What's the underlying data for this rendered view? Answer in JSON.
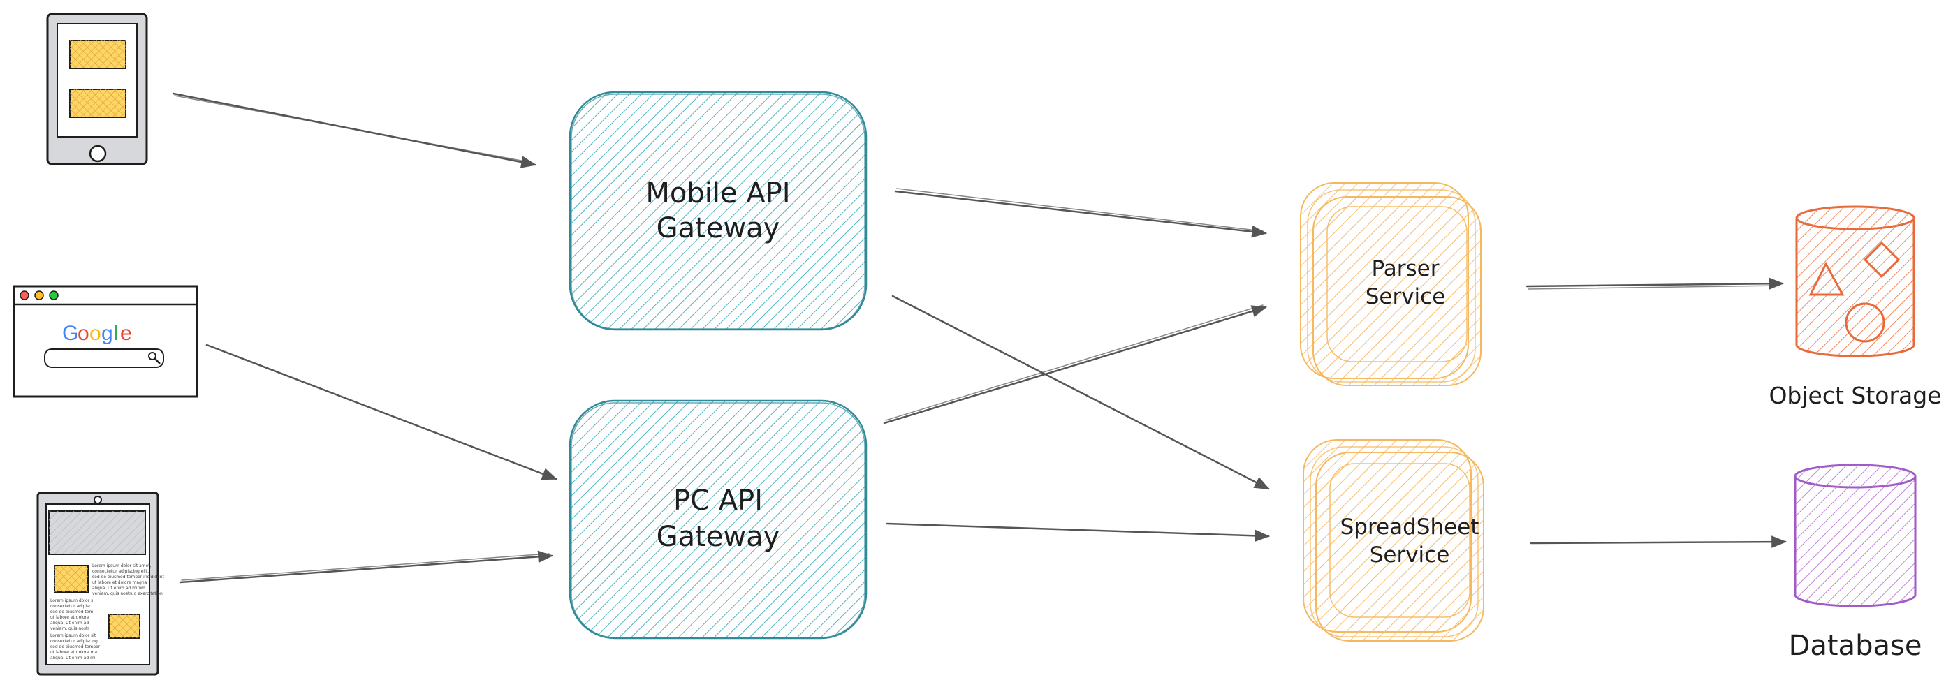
{
  "nodes": {
    "mobile_gateway": {
      "line1": "Mobile API",
      "line2": "Gateway"
    },
    "pc_gateway": {
      "line1": "PC API",
      "line2": "Gateway"
    },
    "parser_service": {
      "line1": "Parser",
      "line2": "Service"
    },
    "spreadsheet_service": {
      "line1": "SpreadSheet",
      "line2": "Service"
    },
    "object_storage": {
      "label": "Object Storage"
    },
    "database": {
      "label": "Database"
    }
  },
  "clients": {
    "browser": {
      "logo": {
        "g1": "G",
        "o1": "o",
        "o2": "o",
        "g2": "g",
        "l": "l",
        "e": "e"
      }
    },
    "tablet_doc": {
      "para1": [
        "Lorem ipsum dolor sit amet,",
        "consectetur adipiscing elit,",
        "sed do eiusmod tempor incididunt",
        "ut labore et dolore magna",
        "aliqua. Ut enim ad minim",
        "veniam, quis nostrud exercitation"
      ],
      "para2": [
        "Lorem ipsum dolor s",
        "consectetur adipisc",
        "sed do eiusmod tem",
        "ut labore et dolore",
        "aliqua. Ut enim ad",
        "veniam, quis nostr"
      ],
      "para3": [
        "Lorem ipsum dolor sit",
        "consectetur adipiscing",
        "sed do eiusmod tempor",
        "ut labore et dolore ma",
        "aliqua. Ut enim ad mi"
      ]
    }
  },
  "colors": {
    "gateway_stroke": "#2f8a99",
    "gateway_hatch": "#52b3c2",
    "service_stroke": "#f5b85e",
    "service_hatch": "#f7c27c",
    "storage_stroke": "#e8693a",
    "storage_hatch": "#ee8a60",
    "database_stroke": "#a25ac6",
    "database_hatch": "#be84da",
    "device_fill": "#d7d8dc",
    "tile_fill": "#ffd666",
    "tile_stroke": "#b8892b",
    "arrow": "#555555"
  }
}
